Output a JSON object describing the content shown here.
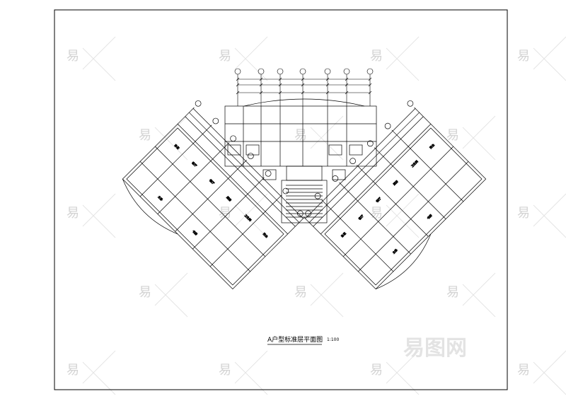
{
  "drawing": {
    "title": "A户型标准层平面图",
    "scale": "1:100"
  },
  "watermark": {
    "glyph": "易",
    "brand_text": "易图网",
    "color": "#cfcfcf"
  },
  "colors": {
    "line": "#000000",
    "background": "#ffffff"
  },
  "room_labels": [
    "卧室",
    "客厅",
    "餐厅",
    "厨房",
    "卫生间",
    "阳台",
    "主卧",
    "书房"
  ]
}
